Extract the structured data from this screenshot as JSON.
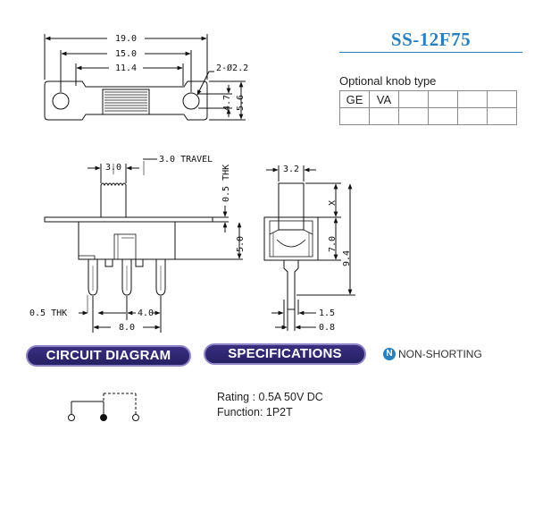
{
  "title": "SS-12F75",
  "knob": {
    "caption": "Optional knob type",
    "cells": [
      "GE",
      "VA",
      "",
      "",
      "",
      ""
    ]
  },
  "dims": {
    "d19": "19.0",
    "d15": "15.0",
    "d114": "11.4",
    "hole": "2-Ø2.2",
    "d47": "4.7",
    "d56": "5.6",
    "d30": "3.0",
    "travel": "3.0 TRAVEL",
    "thk05": "0.5 THK",
    "d50": "5.0",
    "d32": "3.2",
    "x": "X",
    "d70": "7.0",
    "d94": "9.4",
    "pin_thk": "0.5 THK",
    "d40": "4.0",
    "d80": "8.0",
    "d15b": "1.5",
    "d08": "0.8"
  },
  "labels": {
    "circuit": "CIRCUIT DIAGRAM",
    "specs": "SPECIFICATIONS",
    "ns_letter": "N",
    "non_shorting": "NON-SHORTING"
  },
  "specs": {
    "rating": "Rating : 0.5A 50V DC",
    "function": "Function: 1P2T"
  },
  "colors": {
    "title": "#2a7fc1",
    "pill": "#2b2470"
  }
}
